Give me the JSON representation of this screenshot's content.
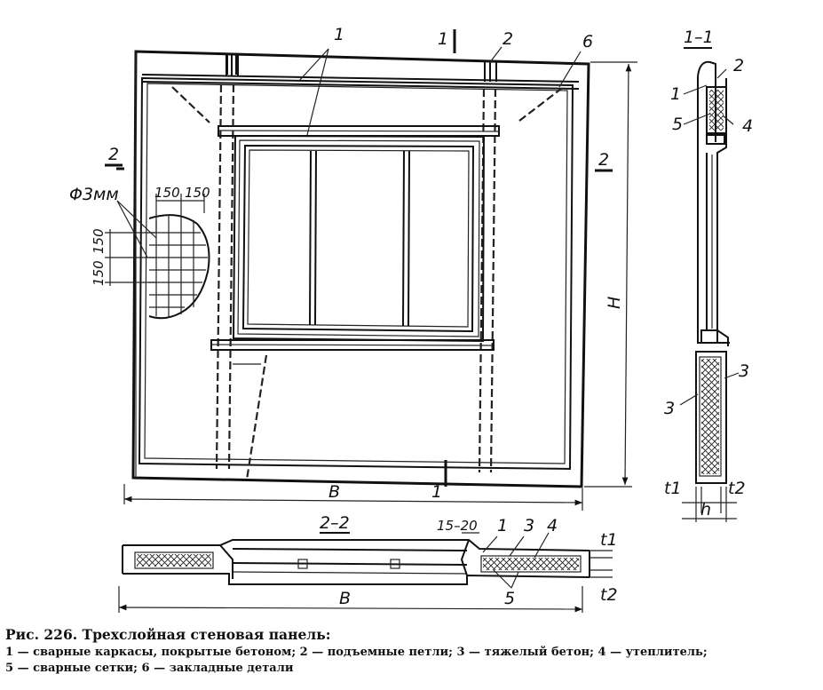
{
  "figure": {
    "number": "Рис. 226.",
    "title": "Трехслойная стеновая панель:",
    "legend_line1": "1 — сварные каркасы, покрытые бетоном; 2 — подъемные петли; 3 — тяжелый бетон; 4 — утеплитель;",
    "legend_line2": "5 — сварные сетки; 6 — закладные детали"
  },
  "elevation": {
    "section_mark_top": "1",
    "section_mark_bottom": "1",
    "leader_1": "1",
    "leader_2": "2",
    "leader_6": "6",
    "side_mark_left": "2",
    "side_mark_right": "2",
    "mesh_diameter": "Φ3мм",
    "mesh_dim_h1": "150",
    "mesh_dim_h2": "150",
    "mesh_dim_v1": "150",
    "mesh_dim_v2": "150",
    "width_label": "B",
    "height_label": "H"
  },
  "section_1_1": {
    "title": "1–1",
    "label_1": "1",
    "label_2": "2",
    "label_3a": "3",
    "label_3b": "3",
    "label_4": "4",
    "label_5": "5",
    "t1": "t1",
    "t2": "t2",
    "h": "h"
  },
  "section_2_2": {
    "title": "2–2",
    "gap": "15–20",
    "label_1": "1",
    "label_3": "3",
    "label_4": "4",
    "label_5": "5",
    "width_label": "B",
    "t1": "t1",
    "t2": "t2"
  }
}
